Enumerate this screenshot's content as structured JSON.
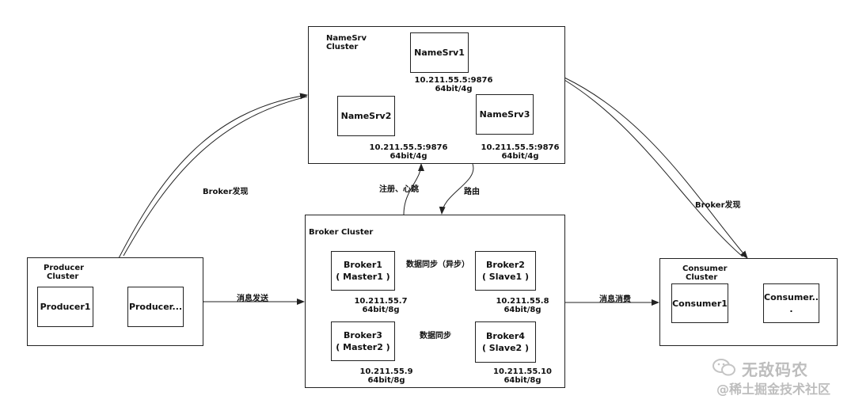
{
  "namesrv_cluster": {
    "title_line1": "NameSrv",
    "title_line2": "Cluster",
    "nodes": [
      {
        "name": "NameSrv1",
        "addr": "10.211.55.5:9876",
        "spec": "64bit/4g"
      },
      {
        "name": "NameSrv2",
        "addr": "10.211.55.5:9876",
        "spec": "64bit/4g"
      },
      {
        "name": "NameSrv3",
        "addr": "10.211.55.5:9876",
        "spec": "64bit/4g"
      }
    ]
  },
  "broker_cluster": {
    "title": "Broker Cluster",
    "nodes": [
      {
        "line1": "Broker1",
        "line2": "( Master1 )",
        "addr": "10.211.55.7",
        "spec": "64bit/8g"
      },
      {
        "line1": "Broker2",
        "line2": "( Slave1 )",
        "addr": "10.211.55.8",
        "spec": "64bit/8g"
      },
      {
        "line1": "Broker3",
        "line2": "( Master2 )",
        "addr": "10.211.55.9",
        "spec": "64bit/8g"
      },
      {
        "line1": "Broker4",
        "line2": "( Slave2 )",
        "addr": "10.211.55.10",
        "spec": "64bit/8g"
      }
    ],
    "sync_async_label": "数据同步（异步）",
    "sync_label": "数据同步"
  },
  "producer_cluster": {
    "title_line1": "Producer",
    "title_line2": "Cluster",
    "nodes": [
      "Producer1",
      "Producer..."
    ]
  },
  "consumer_cluster": {
    "title_line1": "Consumer",
    "title_line2": "Cluster",
    "nodes": [
      "Consumer1",
      "Consumer..",
      "."
    ]
  },
  "edges": {
    "register_heartbeat": "注册、心跳",
    "route": "路由",
    "broker_discovery_left": "Broker发现",
    "broker_discovery_right": "Broker发现",
    "message_send": "消息发送",
    "message_consume": "消息消费"
  },
  "watermark": {
    "line1": "无敌码农",
    "line2": "@稀土掘金技术社区"
  }
}
